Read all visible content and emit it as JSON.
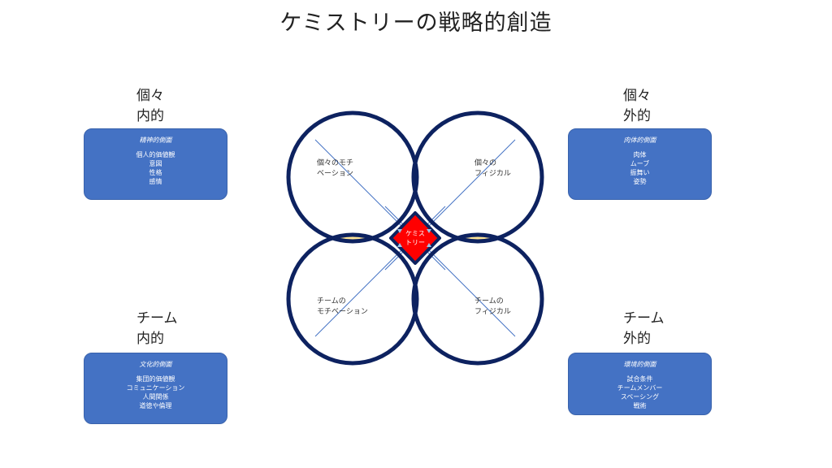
{
  "title": "ケミストリーの戦略的創造",
  "quadrants": {
    "top_left": {
      "label_line1": "個々",
      "label_line2": "内的",
      "box_heading": "精神的側面",
      "items": [
        "個人的価値観",
        "意図",
        "性格",
        "感情"
      ]
    },
    "top_right": {
      "label_line1": "個々",
      "label_line2": "外的",
      "box_heading": "肉体的側面",
      "items": [
        "肉体",
        "ムーブ",
        "振舞い",
        "姿勢"
      ]
    },
    "bottom_left": {
      "label_line1": "チーム",
      "label_line2": "内的",
      "box_heading": "文化的側面",
      "items": [
        "集団的価値観",
        "コミュニケーション",
        "人間関係",
        "道徳や倫理"
      ]
    },
    "bottom_right": {
      "label_line1": "チーム",
      "label_line2": "外的",
      "box_heading": "環境的側面",
      "items": [
        "試合条件",
        "チームメンバー",
        "スペーシング",
        "戦術"
      ]
    }
  },
  "venn": {
    "center_line1": "ケミス",
    "center_line2": "トリー",
    "tl_line1": "個々のモチ",
    "tl_line2": "ベーション",
    "tr_line1": "個々の",
    "tr_line2": "フィジカル",
    "bl_line1": "チームの",
    "bl_line2": "モチベーション",
    "br_line1": "チームの",
    "br_line2": "フィジカル"
  },
  "colors": {
    "box_fill": "#4472c4",
    "circle_stroke": "#0d2260",
    "lens_fill": "#ffe699",
    "inner_fill": "#ffc000",
    "center_fill": "#ff0000",
    "diagonal": "#4472c4"
  }
}
